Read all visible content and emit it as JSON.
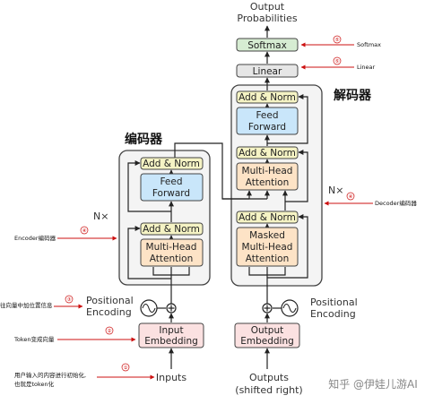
{
  "top": {
    "output_line1": "Output",
    "output_line2": "Probabilities"
  },
  "decoder_stack": {
    "title": "解码器",
    "softmax": "Softmax",
    "linear": "Linear",
    "add_norm": "Add & Norm",
    "feed_forward_1": "Feed",
    "feed_forward_2": "Forward",
    "mha_1": "Multi-Head",
    "mha_2": "Attention",
    "masked_1": "Masked",
    "masked_2": "Multi-Head",
    "masked_3": "Attention",
    "nx": "N×",
    "embedding_1": "Output",
    "embedding_2": "Embedding",
    "inputs_1": "Outputs",
    "inputs_2": "(shifted right)"
  },
  "encoder_stack": {
    "title": "编码器",
    "add_norm": "Add & Norm",
    "feed_forward_1": "Feed",
    "feed_forward_2": "Forward",
    "mha_1": "Multi-Head",
    "mha_2": "Attention",
    "nx": "N×",
    "embedding_1": "Input",
    "embedding_2": "Embedding",
    "inputs": "Inputs"
  },
  "positional": {
    "line1": "Positional",
    "line2": "Encoding"
  },
  "annotations": {
    "a1_line1": "用户输入的内容进行初始化,",
    "a1_line2": "也就是token化",
    "a1_num": "①",
    "a2": "Token变成向量",
    "a2_num": "②",
    "a3": "往向量中加位置信息",
    "a3_num": "③",
    "a4": "Encoder编码器",
    "a4_num": "④",
    "a5": "Decoder编码器",
    "a5_num": "④",
    "a6": "Linear",
    "a6_num": "⑤",
    "a7": "Softmax",
    "a7_num": "⑤"
  },
  "watermark": "知乎 @伊娃儿游AI",
  "colors": {
    "add_norm": "#f5f3c4",
    "feed_forward": "#c9e6fa",
    "attention": "#fde3c6",
    "embedding": "#fbe1e1",
    "linear": "#e6e6e6",
    "softmax": "#d6ecd2",
    "arrow_red": "#cc1111"
  }
}
